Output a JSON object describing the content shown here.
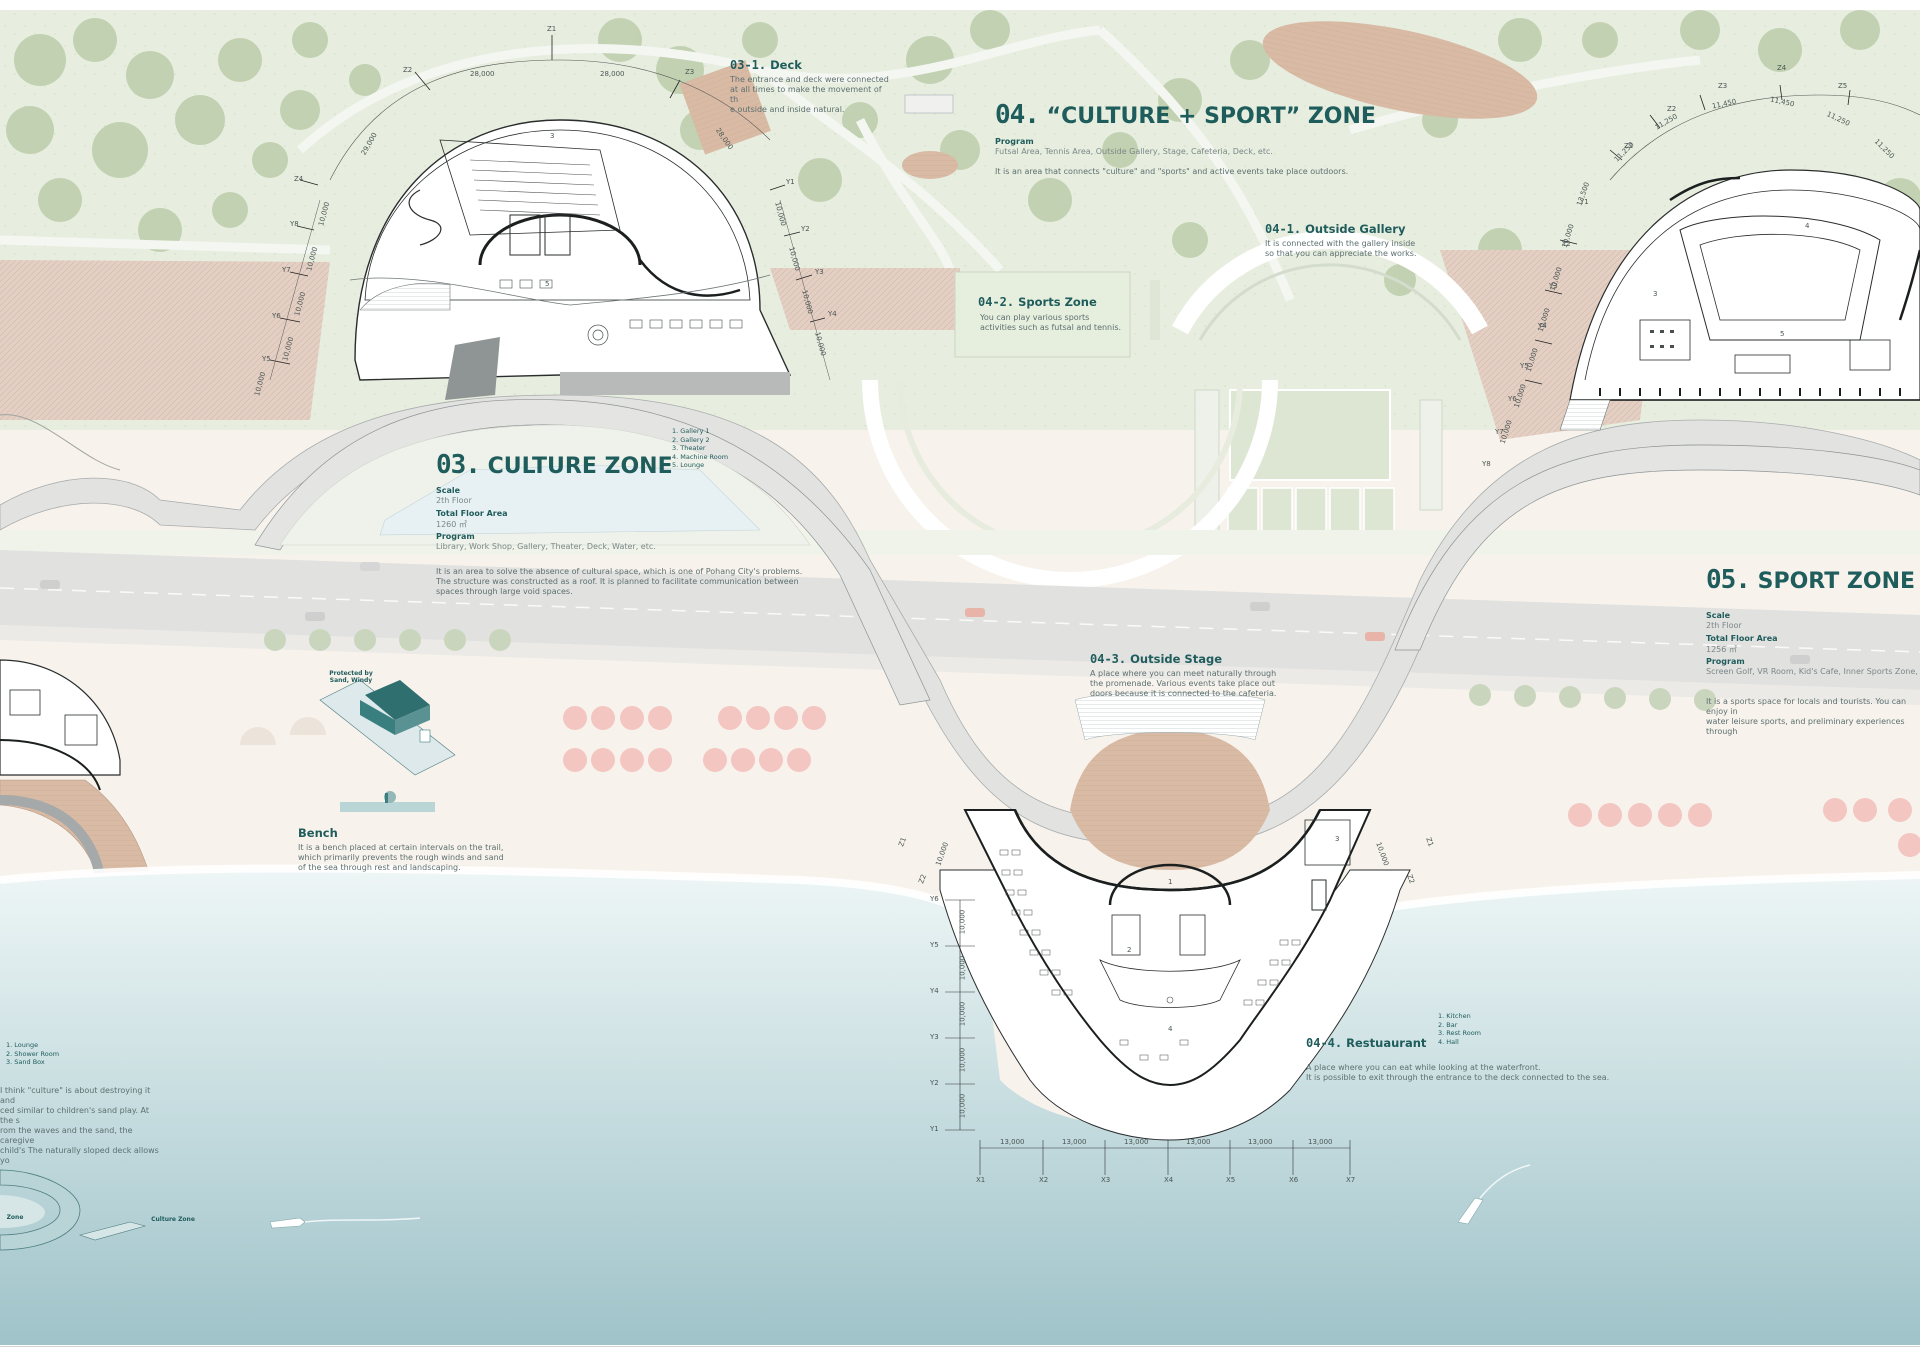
{
  "zones": {
    "culture": {
      "number": "03.",
      "title": "CULTURE ZONE",
      "scale_label": "Scale",
      "scale_value": "2th Floor",
      "area_label": "Total Floor Area",
      "area_value": "1260 ㎡",
      "program_label": "Program",
      "program_value": "Library, Work Shop, Gallery, Theater, Deck, Water, etc.",
      "description": "It is an area to solve the absence of cultural space, which is one of Pohang City's problems.\nThe structure was constructed as a roof. It is planned to facilitate communication between\nspaces through large void spaces.",
      "legend": "1. Gallery 1\n2. Gallery 2\n3. Theater\n4. Machine Room\n5. Lounge"
    },
    "deck": {
      "number": "03-1.",
      "title": "Deck",
      "description": "The entrance and deck were connected\nat all times to make the movement of th\ne outside and inside natural."
    },
    "culture_sport": {
      "number": "04.",
      "title": "“CULTURE + SPORT” ZONE",
      "program_label": "Program",
      "program_value": "Futsal Area, Tennis Area, Outside Gallery, Stage, Cafeteria, Deck, etc.",
      "description": "It is an area that connects \"culture\" and \"sports\" and active events take place outdoors."
    },
    "outside_gallery": {
      "number": "04-1.",
      "title": "Outside Gallery",
      "description": "It is connected with the gallery inside\nso that you can appreciate the works."
    },
    "sports_zone": {
      "number": "04-2.",
      "title": "Sports Zone",
      "description": "You can play various sports\nactivities such as futsal and tennis."
    },
    "outside_stage": {
      "number": "04-3.",
      "title": "Outside Stage",
      "description": "A place where you can meet naturally through\nthe promenade. Various events take place out\ndoors because it is connected to the cafeteria."
    },
    "restaurant": {
      "number": "04-4.",
      "title": "Restuaurant",
      "description": "A place where you can eat while looking at the waterfront.\nIt is possible to exit through the entrance to the deck connected to the sea.",
      "legend": "1. Kitchen\n2. Bar\n3. Rest Room\n4. Hall"
    },
    "sport": {
      "number": "05.",
      "title": "SPORT ZONE",
      "scale_label": "Scale",
      "scale_value": "2th Floor",
      "area_label": "Total Floor Area",
      "area_value": "1256 ㎡",
      "program_label": "Program",
      "program_value": "Screen Golf, VR Room, Kid's Cafe, Inner Sports Zone, Health",
      "description": "It is a sports space for locals and tourists. You can enjoy in\nwater leisure sports, and preliminary experiences through"
    },
    "bench": {
      "title": "Bench",
      "description": "It is a bench placed at certain intervals on the trail,\nwhich primarily prevents the rough winds and sand\nof the sea through rest and landscaping.",
      "note": "Protected by\nSand, Windy"
    },
    "left_zone": {
      "legend": "1. Lounge\n2. Shower Room\n3. Sand Box",
      "description": "I think \"culture\" is about destroying it and\nced similar to children's sand play. At the s\nrom the waves and the sand, the caregive\nchild's The naturally sloped deck allows yo",
      "diagram_zone": "Zone",
      "diagram_culture": "Culture Zone"
    }
  },
  "grid": {
    "culture_axes": [
      "Z1",
      "Z2",
      "Z3",
      "Y1",
      "Y2",
      "Y3",
      "Y4",
      "Y5",
      "Y6",
      "Y7",
      "Y8",
      "Z4"
    ],
    "culture_dims": [
      "28,000",
      "28,000",
      "28,000",
      "29,000",
      "10,000",
      "10,000",
      "10,000",
      "10,000",
      "10,000",
      "10,000",
      "10,000",
      "10,000",
      "10,000"
    ],
    "restaurant_x": [
      "X1",
      "X2",
      "X3",
      "X4",
      "X5",
      "X6",
      "X7"
    ],
    "restaurant_y": [
      "Y6",
      "Y5",
      "Y4",
      "Y3",
      "Y2",
      "Y1"
    ],
    "restaurant_dx": [
      "13,000",
      "13,000",
      "13,000",
      "13,000",
      "13,000",
      "13,000"
    ],
    "restaurant_dy": [
      "10,000",
      "10,000",
      "10,000",
      "10,000",
      "10,000"
    ],
    "restaurant_z": [
      "Z1",
      "Z2",
      "Z1",
      "Z2"
    ],
    "restaurant_side_dims": [
      "10,000",
      "10,000"
    ],
    "sport_axes": [
      "Z1",
      "Z2",
      "Z3",
      "Z4",
      "Z5",
      "Y1",
      "Y2",
      "Y3",
      "Y4",
      "Y5",
      "Y6",
      "Y7",
      "Y8"
    ],
    "sport_dims": [
      "11,250",
      "11,250",
      "11,450",
      "11,450",
      "11,250",
      "11,250",
      "13,500",
      "10,000",
      "10,000",
      "10,000",
      "10,000",
      "10,000",
      "10,000"
    ],
    "room_numbers": [
      "1",
      "2",
      "3",
      "4",
      "5"
    ]
  },
  "colors": {
    "teal": "#1f5c5c",
    "park": "#dfe8d4",
    "tree": "#b5c8a4",
    "wood": "#ddc4b6",
    "road": "#e0e0df",
    "sand": "#f6f2ea",
    "sea_top": "#e6f2f2",
    "sea_bottom": "#9fc3c9",
    "umbrella": "#f2b5b1",
    "deck": "#d9bba5"
  }
}
